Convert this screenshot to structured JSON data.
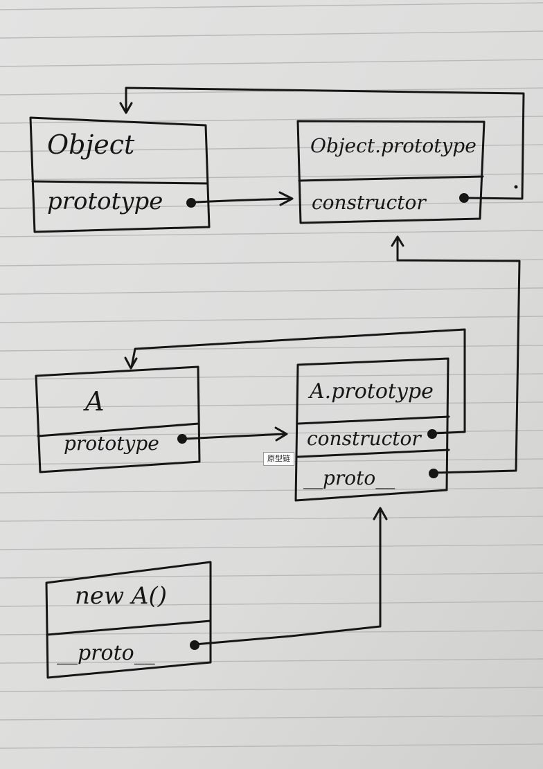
{
  "diagram": {
    "ink_color": "#161616",
    "paper_color": "#dedede",
    "rule_color": "#b9b9b9",
    "boxes": {
      "object": {
        "title": "Object",
        "field": "prototype"
      },
      "object_prototype": {
        "title": "Object.prototype",
        "field": "constructor"
      },
      "a": {
        "title": "A",
        "field": "prototype"
      },
      "a_prototype": {
        "title": "A.prototype",
        "field1": "constructor",
        "field2": "__proto__"
      },
      "new_a": {
        "title": "new A()",
        "field": "__proto__"
      }
    },
    "tooltip": "原型链"
  }
}
